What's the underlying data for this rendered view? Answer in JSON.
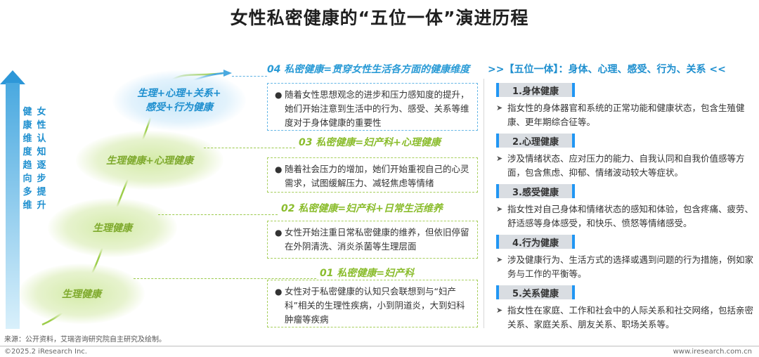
{
  "title": "女性私密健康的“五位一体”演进历程",
  "side_label": {
    "col1": [
      "健",
      "康",
      "维",
      "度",
      "趋",
      "向",
      "多",
      "维"
    ],
    "col2": [
      "女",
      "性",
      "认",
      "知",
      "逐",
      "步",
      "提",
      "升"
    ]
  },
  "stages": {
    "s1": {
      "blob": "生理健康",
      "title": "01 私密健康=妇产科",
      "text": "女性对于私密健康的认知只会联想到与“妇产科”相关的生理性疾病，小到阴道炎，大到妇科肿瘤等疾病"
    },
    "s2": {
      "blob": "生理健康",
      "title": "02 私密健康=妇产科+日常生活维养",
      "text": "女性开始注重日常私密健康的维养，但依旧停留在外阴清洗、消炎杀菌等生理层面"
    },
    "s3": {
      "blob": "生理健康+心理健康",
      "title": "03 私密健康=妇产科+心理健康",
      "text": "随着社会压力的增加，她们开始重视自己的心灵需求，试图缓解压力、减轻焦虑等情绪"
    },
    "s4": {
      "blob_line1": "生理+心理+关系+",
      "blob_line2": "感受+行为健康",
      "title": "04 私密健康=贯穿女性生活各方面的健康维度",
      "text": "随着女性思想观念的进步和压力感知度的提升，她们开始注意到生活中的行为、感受、关系等维度对于身体健康的重要性"
    }
  },
  "bullet": "●",
  "right": {
    "heading": ">>【五位一体】：身体、心理、感受、行为、关系 <<",
    "triangle": "➤",
    "items": [
      {
        "label": "1.身体健康",
        "text": "指女性的身体器官和系统的正常功能和健康状态，包含生殖健康、更年期综合征等。"
      },
      {
        "label": "2.心理健康",
        "text": "涉及情绪状态、应对压力的能力、自我认同和自我价值感等方面，包含焦虑、抑郁、情绪波动较大等症状。"
      },
      {
        "label": "3.感受健康",
        "text": "指女性对自己身体和情绪状态的感知和体验，包含疼痛、疲劳、舒适感等身体感受，和快乐、愤怒等情绪感受。"
      },
      {
        "label": "4.行为健康",
        "text": "涉及健康行为、生活方式的选择或遇到问题的行为措施，例如家务与工作的平衡等。"
      },
      {
        "label": "5.关系健康",
        "text": "指女性在家庭、工作和社会中的人际关系和社交网络，包括亲密关系、家庭关系、朋友关系、职场关系等。"
      }
    ]
  },
  "footer": {
    "source": "来源：公开资料，艾瑞咨询研究院自主研究及绘制。",
    "copyright": "©2025.2 iResearch Inc.",
    "website": "www.iresearch.com.cn"
  },
  "colors": {
    "blue": "#1e8fcf",
    "green": "#8bbd2e",
    "badge_accent": "#2196f3"
  }
}
